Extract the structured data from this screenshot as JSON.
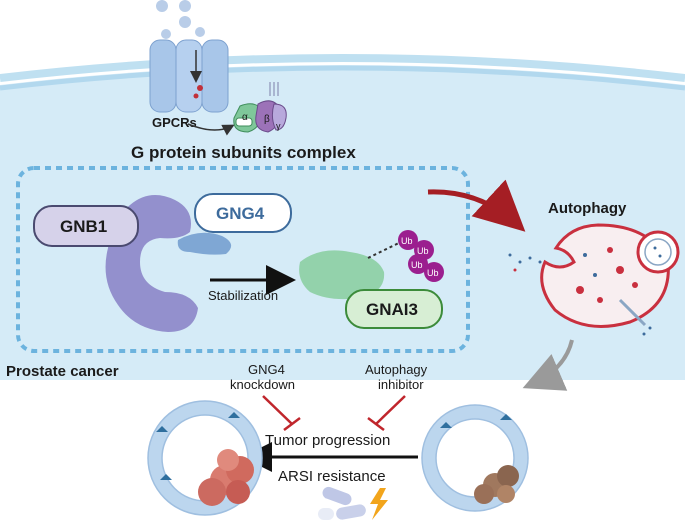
{
  "colors": {
    "cell": "#cfe8f5",
    "membrane": "#a9d2ea",
    "dashed_box": "#6cb3de",
    "arrow_red": "#b0232a",
    "inhibit_red": "#c0262c",
    "ub_purple": "#9b1f8f",
    "gnai3_green": "#3c8b3a",
    "gng4_blue": "#3d6b9c"
  },
  "labels": {
    "gpcrs": "GPCRs",
    "alpha": "α",
    "beta": "β",
    "gamma": "γ",
    "complex_title": "G protein subunits complex",
    "gnb1": "GNB1",
    "gng4": "GNG4",
    "gnai3": "GNAI3",
    "ub": "Ub",
    "stabilization": "Stabilization",
    "autophagy": "Autophagy",
    "prostate_cancer": "Prostate cancer",
    "gng4_knockdown_line1": "GNG4",
    "gng4_knockdown_line2": "knockdown",
    "autophagy_inhibitor_line1": "Autophagy",
    "autophagy_inhibitor_line2": "inhibitor",
    "tumor_progression": "Tumor progression",
    "arsi_resistance": "ARSI resistance"
  },
  "icons": [
    "gpcr-channel-icon",
    "g-protein-icon",
    "gnb1-protein-icon",
    "gng4-protein-icon",
    "gnai3-protein-icon",
    "ubiquitin-icon",
    "autophagosome-icon",
    "tumor-acinus-icon",
    "pill-icon",
    "lightning-icon"
  ]
}
